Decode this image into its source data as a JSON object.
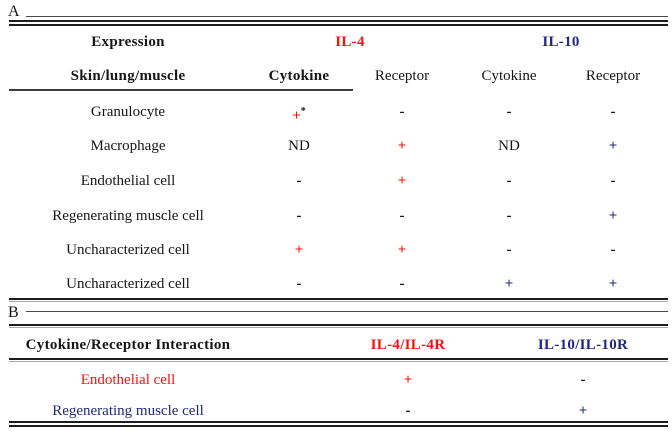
{
  "colors": {
    "accent_red": "#f91010",
    "accent_navy": "#20287c",
    "ink": "#161616"
  },
  "panel_a": {
    "label": "A",
    "headers": {
      "expression": "Expression",
      "il4": "IL-4",
      "il10": "IL-10",
      "col1": "Skin/lung/muscle",
      "cols": [
        "Cytokine",
        "Receptor",
        "Cytokine",
        "Receptor"
      ]
    },
    "rows": [
      {
        "label": "Granulocyte",
        "values": [
          "+",
          "-",
          "-",
          "-"
        ],
        "note": "*"
      },
      {
        "label": "Macrophage",
        "values": [
          "ND",
          "+",
          "ND",
          "+"
        ]
      },
      {
        "label": "Endothelial cell",
        "values": [
          "-",
          "+",
          "-",
          "-"
        ]
      },
      {
        "label": "Regenerating muscle cell",
        "values": [
          "-",
          "-",
          "-",
          "+"
        ]
      },
      {
        "label": "Uncharacterized cell",
        "values": [
          "+",
          "+",
          "-",
          "-"
        ]
      },
      {
        "label": "Uncharacterized cell",
        "values": [
          "-",
          "-",
          "+",
          "+"
        ]
      }
    ]
  },
  "panel_b": {
    "label": "B",
    "headers": {
      "col1": "Cytokine/Receptor Interaction",
      "col2": "IL-4/IL-4R",
      "col3": "IL-10/IL-10R"
    },
    "rows": [
      {
        "label": "Endothelial cell",
        "values": [
          "+",
          "-"
        ]
      },
      {
        "label": "Regenerating muscle cell",
        "values": [
          "-",
          "+"
        ]
      }
    ]
  }
}
